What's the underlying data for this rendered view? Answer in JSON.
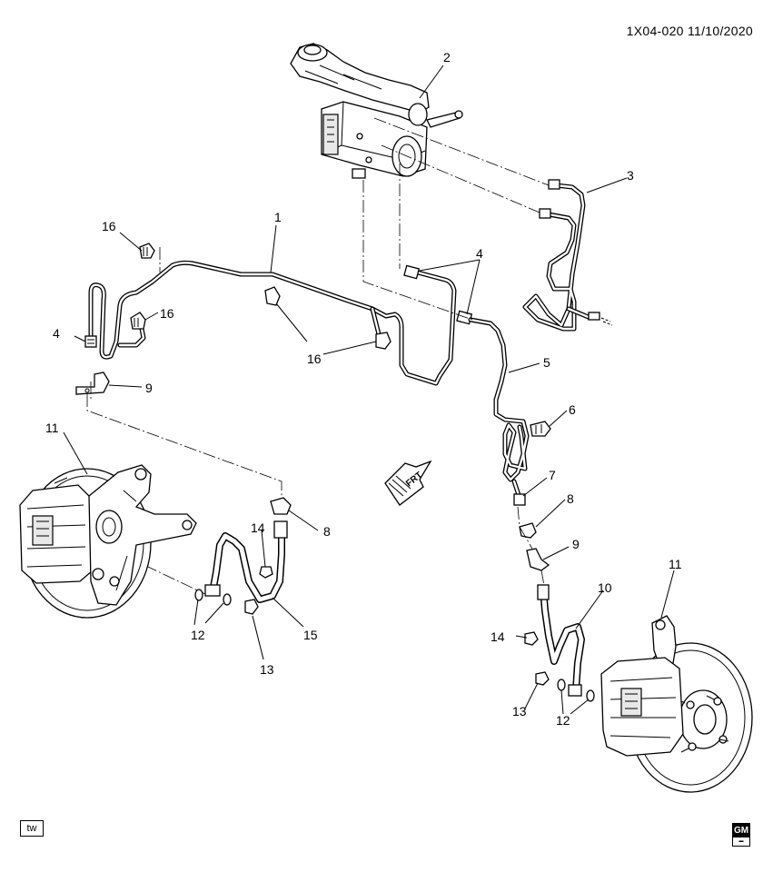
{
  "header": {
    "code": "1X04-020 11/10/2020"
  },
  "footer": {
    "tw_label": "tw",
    "logo_text": "GM"
  },
  "frt_label": "FRT",
  "callouts": [
    "1",
    "2",
    "3",
    "4",
    "4",
    "5",
    "6",
    "7",
    "8",
    "8",
    "9",
    "9",
    "10",
    "11",
    "11",
    "12",
    "12",
    "13",
    "13",
    "14",
    "14",
    "15",
    "16",
    "16",
    "16"
  ]
}
